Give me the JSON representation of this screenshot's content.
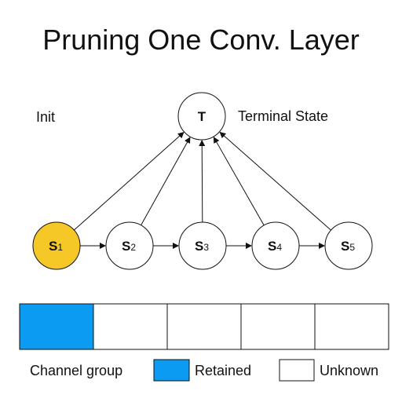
{
  "title": "Pruning One Conv. Layer",
  "init_label": "Init",
  "terminal": {
    "node_label": "T",
    "label": "Terminal State"
  },
  "states": [
    {
      "main": "S",
      "sub": "1",
      "active": true
    },
    {
      "main": "S",
      "sub": "2",
      "active": false
    },
    {
      "main": "S",
      "sub": "3",
      "active": false
    },
    {
      "main": "S",
      "sub": "4",
      "active": false
    },
    {
      "main": "S",
      "sub": "5",
      "active": false
    }
  ],
  "channel_groups": [
    {
      "status": "retained"
    },
    {
      "status": "unknown"
    },
    {
      "status": "unknown"
    },
    {
      "status": "unknown"
    },
    {
      "status": "unknown"
    }
  ],
  "legend": {
    "channel_group_label": "Channel group",
    "retained_label": "Retained",
    "unknown_label": "Unknown"
  },
  "colors": {
    "active_state": "#F5C727",
    "retained": "#0B9BF3",
    "unknown": "#FFFFFF",
    "stroke": "#111111"
  }
}
